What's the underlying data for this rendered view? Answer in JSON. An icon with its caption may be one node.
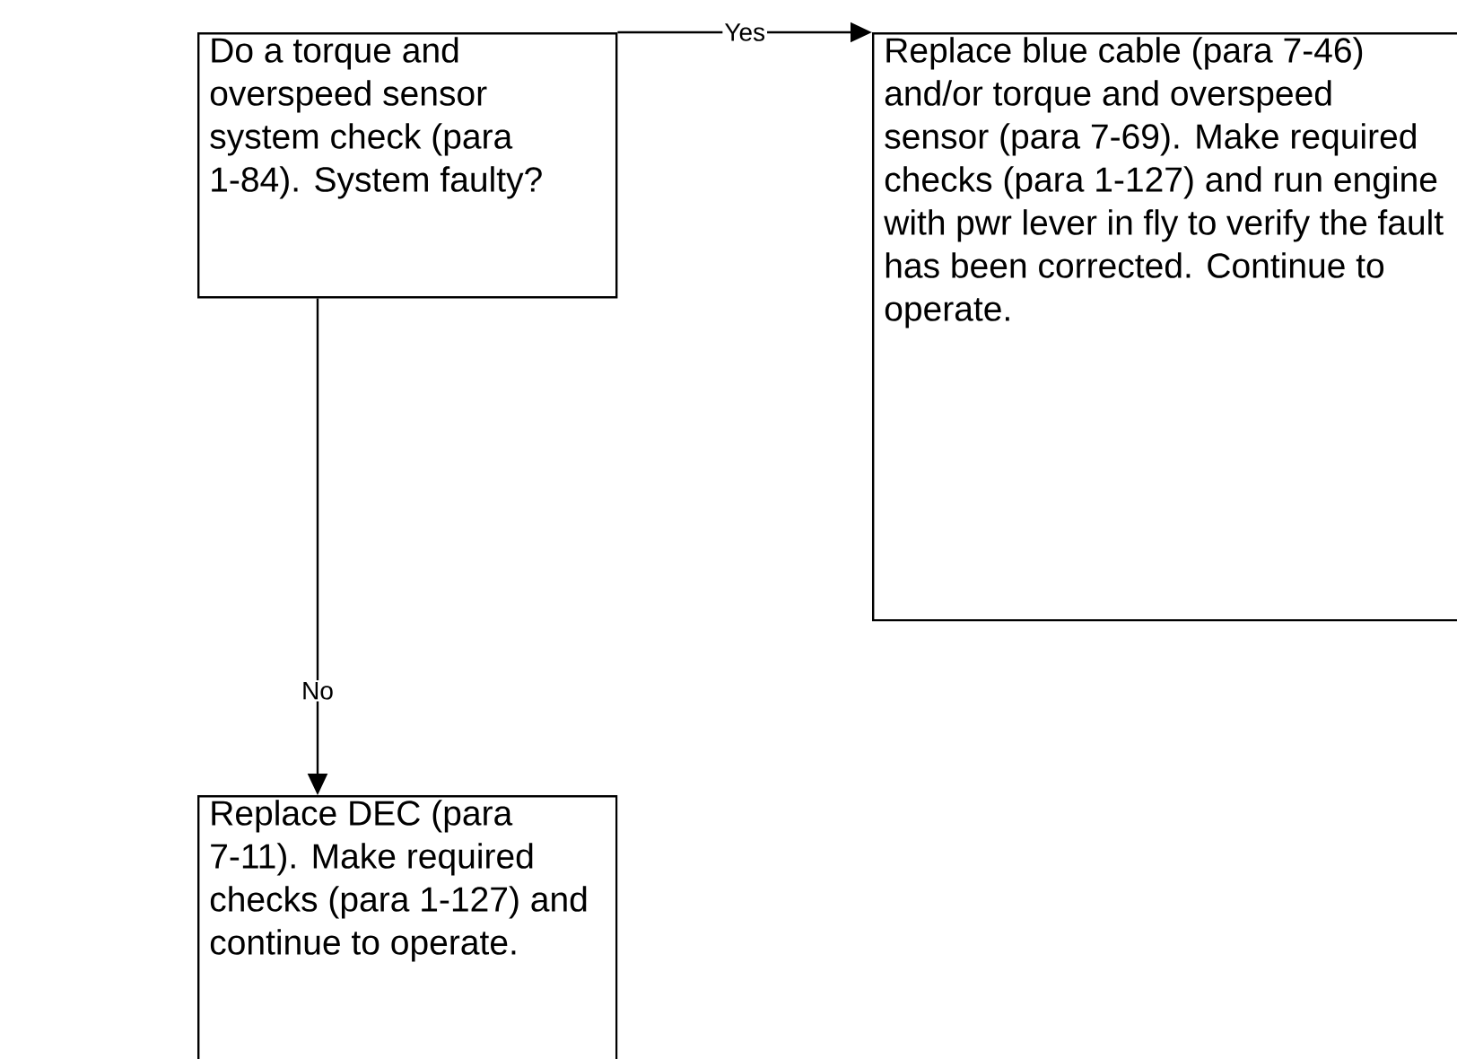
{
  "diagram": {
    "nodes": [
      {
        "text": [
          "Do a torque and overspeed sensor system check (para 1-84). System faulty?"
        ]
      },
      {
        "text": [
          "Replace blue cable (para 7-46) and/or torque and overspeed sensor (para 7-69).  Make required checks (para 1-127) and run engine with pwr lever in fly to verify the fault has been corrected. Continue to operate."
        ]
      },
      {
        "text": [
          "Replace DEC (para 7-11). Make required checks (para 1-127) and continue to operate."
        ]
      }
    ],
    "edges": [
      {
        "from": 0,
        "to": 1,
        "arrow": "to",
        "label": "Yes"
      },
      {
        "from": 0,
        "to": 2,
        "arrow": "to",
        "label": "No"
      }
    ]
  }
}
